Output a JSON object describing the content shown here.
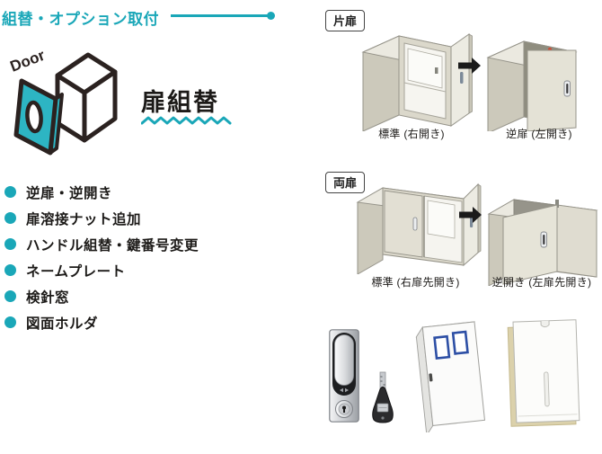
{
  "colors": {
    "accent_teal": "#1aa7b8",
    "door_icon_teal": "#2db5c3",
    "window_frame_blue": "#2d4fa5",
    "cabinet_beige": "#dedbcf",
    "holder_tan": "#dbd1ab"
  },
  "header": {
    "title": "組替・オプション取付"
  },
  "intro": {
    "door_icon_label": "Door",
    "section_title": "扉組替",
    "options": [
      "逆扉・逆開き",
      "扉溶接ナット追加",
      "ハンドル組替・鍵番号変更",
      "ネームプレート",
      "検針窓",
      "図面ホルダ"
    ]
  },
  "single_door": {
    "tag": "片扉",
    "before_caption": "標準 (右開き)",
    "after_caption": "逆扉 (左開き)"
  },
  "double_door": {
    "tag": "両扉",
    "before_caption": "標準 (右扉先開き)",
    "after_caption": "逆開き (左扉先開き)"
  }
}
